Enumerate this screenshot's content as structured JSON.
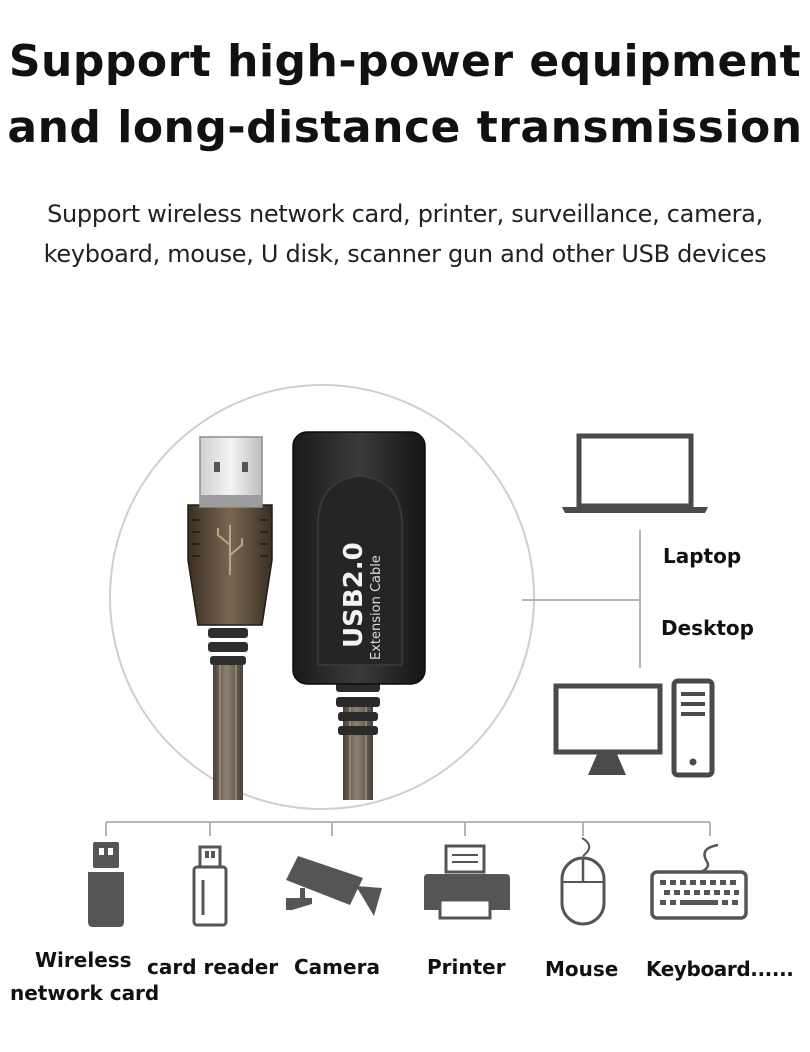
{
  "headline": {
    "line1": "Support  high-power  equipment",
    "line2": "and long-distance transmission"
  },
  "subtitle": {
    "line1": "Support wireless network card, printer, surveillance, camera,",
    "line2": "keyboard, mouse, U disk, scanner gun and other USB devices"
  },
  "product": {
    "brand_text": "USB2.0",
    "model_text": "Extension Cable"
  },
  "right_labels": {
    "laptop": "Laptop",
    "desktop": "Desktop"
  },
  "bottom_devices": [
    {
      "label_line1": "Wireless",
      "label_line2": "network card",
      "icon": "usb-dongle-icon"
    },
    {
      "label": "card reader",
      "icon": "card-reader-icon"
    },
    {
      "label": "Camera",
      "icon": "camera-icon"
    },
    {
      "label": "Printer",
      "icon": "printer-icon"
    },
    {
      "label": "Mouse",
      "icon": "mouse-icon"
    },
    {
      "label": "Keyboard......",
      "icon": "keyboard-icon"
    }
  ],
  "colors": {
    "text": "#111111",
    "icon_gray": "#555555",
    "line_gray": "#b5b5b5"
  }
}
